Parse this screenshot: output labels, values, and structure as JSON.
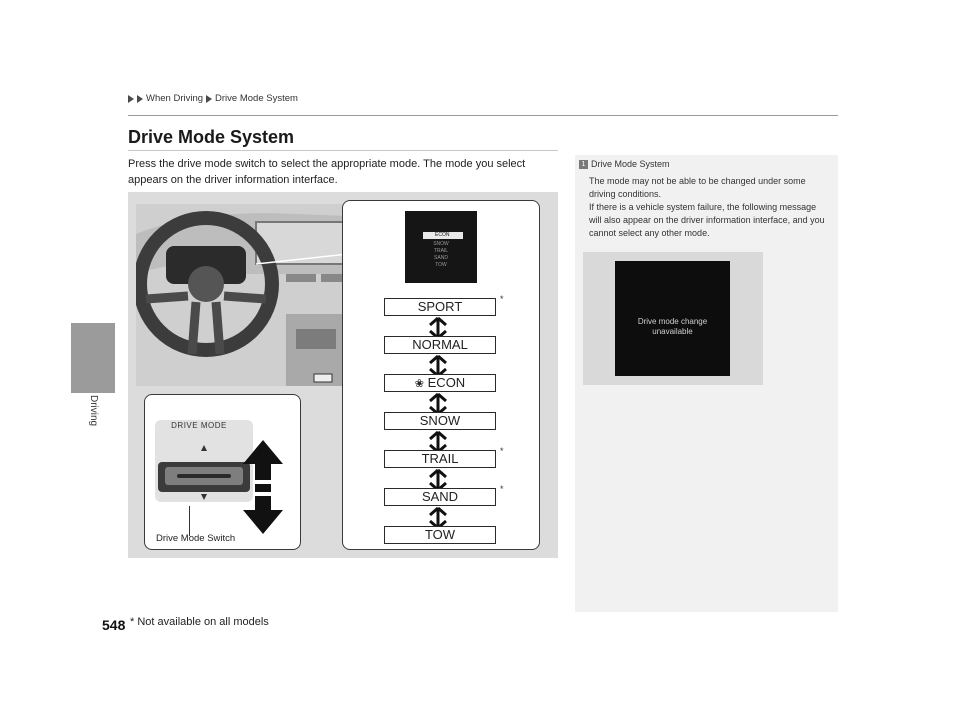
{
  "breadcrumb": [
    "When Driving",
    "Drive Mode System"
  ],
  "side_tab": "Driving",
  "section": {
    "title": "Drive Mode System",
    "intro": "Press the drive mode switch to select the appropriate mode. The mode you select appears on the driver information interface."
  },
  "figure": {
    "screen": {
      "highlighted": "ECON",
      "others": [
        "SNOW",
        "TRAIL",
        "SAND",
        "TOW"
      ]
    },
    "modes": [
      {
        "label": "SPORT",
        "star": "*"
      },
      {
        "label": "NORMAL",
        "star": ""
      },
      {
        "label": "ECON",
        "star": ""
      },
      {
        "label": "SNOW",
        "star": ""
      },
      {
        "label": "TRAIL",
        "star": "*"
      },
      {
        "label": "SAND",
        "star": "*"
      },
      {
        "label": "TOW",
        "star": ""
      }
    ],
    "switch_text": "DRIVE MODE",
    "caption": "Drive Mode Switch"
  },
  "note": {
    "title": "Drive Mode System",
    "body": "The mode may not be able to be changed under some driving conditions.\nIf there is a vehicle system failure, the following message will also appear on the driver information interface, and you cannot select any other mode.",
    "screen_text": "Drive mode change\nunavailable"
  },
  "page_number": "548",
  "footnote": "* Not available on all models"
}
